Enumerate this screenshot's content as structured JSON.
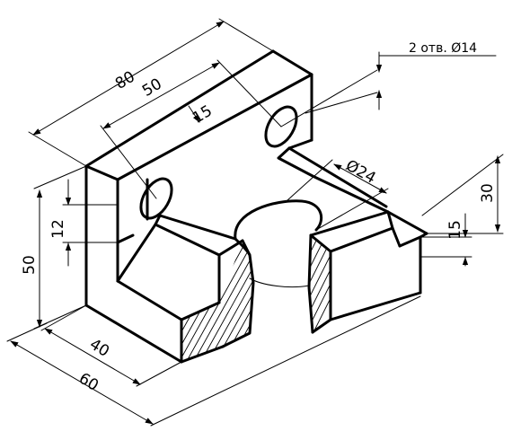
{
  "drawing": {
    "line_color": "#000000",
    "background": "#ffffff",
    "note": "2 отв. Ø14",
    "dimensions": {
      "length_total": "80",
      "hole_spacing": "50",
      "hole_offset": "15",
      "height_total": "50",
      "slot_width": "12",
      "bore_diameter": "Ø24",
      "height_right": "30",
      "step_height": "15",
      "base_depth": "40",
      "width_total": "60"
    }
  }
}
